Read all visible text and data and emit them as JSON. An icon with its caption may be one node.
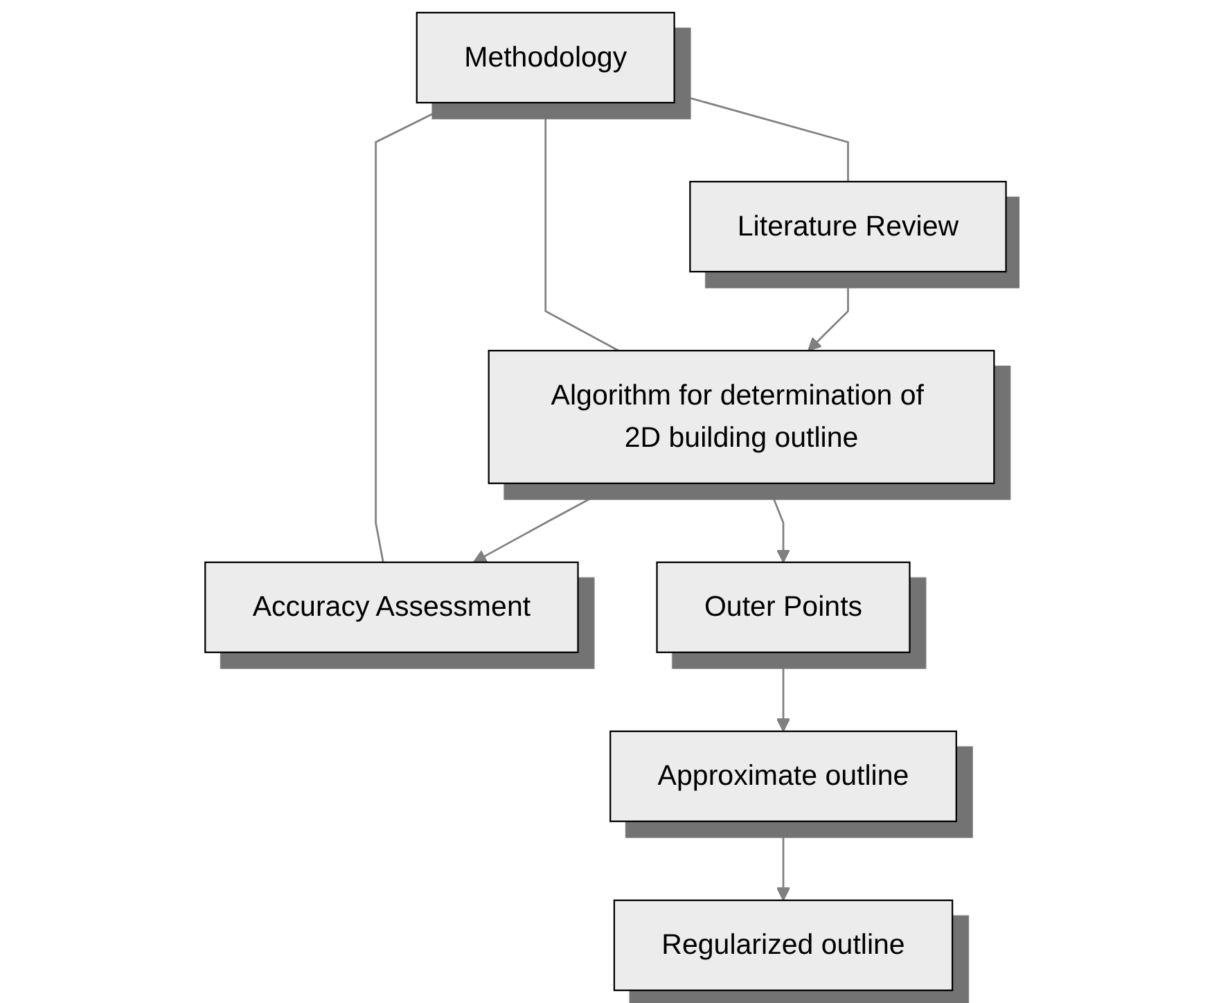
{
  "diagram": {
    "nodes": [
      {
        "text": [
          "Methodology"
        ]
      },
      {
        "text": [
          "Literature Review"
        ]
      },
      {
        "text": [
          "Algorithm for determination of 2D building outline"
        ]
      },
      {
        "text": [
          "Accuracy Assessment"
        ]
      },
      {
        "text": [
          "Outer Points"
        ]
      },
      {
        "text": [
          "Approximate outline"
        ]
      },
      {
        "text": [
          "Regularized outline"
        ]
      }
    ],
    "edges": [
      {
        "from": 0,
        "to": 1,
        "arrow": "none"
      },
      {
        "from": 0,
        "to": 2,
        "arrow": "none"
      },
      {
        "from": 0,
        "to": 3,
        "arrow": "none"
      },
      {
        "from": 1,
        "to": 2,
        "arrow": "to"
      },
      {
        "from": 2,
        "to": 3,
        "arrow": "to"
      },
      {
        "from": 2,
        "to": 4,
        "arrow": "to"
      },
      {
        "from": 4,
        "to": 5,
        "arrow": "to"
      },
      {
        "from": 5,
        "to": 6,
        "arrow": "to"
      }
    ]
  }
}
